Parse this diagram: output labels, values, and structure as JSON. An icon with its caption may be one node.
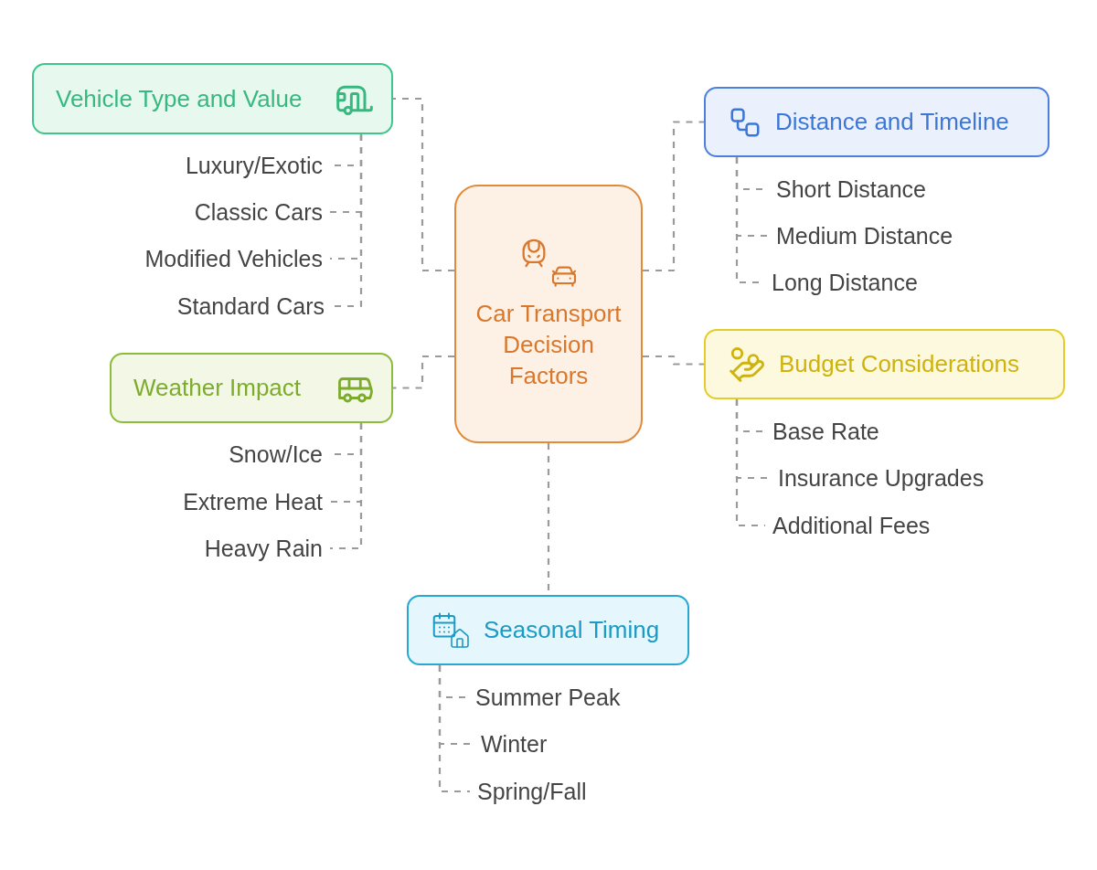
{
  "diagram": {
    "nodes": [
      {
        "text": [
          "Car Transport Decision Factors"
        ]
      },
      {
        "text": [
          "Vehicle Type and Value"
        ]
      },
      {
        "text": [
          "Luxury/Exotic"
        ]
      },
      {
        "text": [
          "Classic Cars"
        ]
      },
      {
        "text": [
          "Modified Vehicles"
        ]
      },
      {
        "text": [
          "Standard Cars"
        ]
      },
      {
        "text": [
          "Distance and Timeline"
        ]
      },
      {
        "text": [
          "Short Distance"
        ]
      },
      {
        "text": [
          "Medium Distance"
        ]
      },
      {
        "text": [
          "Long Distance"
        ]
      },
      {
        "text": [
          "Weather Impact"
        ]
      },
      {
        "text": [
          "Snow/Ice"
        ]
      },
      {
        "text": [
          "Extreme Heat"
        ]
      },
      {
        "text": [
          "Heavy Rain"
        ]
      },
      {
        "text": [
          "Budget Considerations"
        ]
      },
      {
        "text": [
          "Base Rate"
        ]
      },
      {
        "text": [
          "Insurance Upgrades"
        ]
      },
      {
        "text": [
          "Additional Fees"
        ]
      },
      {
        "text": [
          "Seasonal Timing"
        ]
      },
      {
        "text": [
          "Summer Peak"
        ]
      },
      {
        "text": [
          "Winter"
        ]
      },
      {
        "text": [
          "Spring/Fall"
        ]
      }
    ],
    "edges": [
      {
        "from": 0,
        "to": 1,
        "arrow": "none"
      },
      {
        "from": 0,
        "to": 6,
        "arrow": "none"
      },
      {
        "from": 0,
        "to": 10,
        "arrow": "none"
      },
      {
        "from": 0,
        "to": 14,
        "arrow": "none"
      },
      {
        "from": 0,
        "to": 18,
        "arrow": "none"
      },
      {
        "from": 1,
        "to": 2,
        "arrow": "none"
      },
      {
        "from": 1,
        "to": 3,
        "arrow": "none"
      },
      {
        "from": 1,
        "to": 4,
        "arrow": "none"
      },
      {
        "from": 1,
        "to": 5,
        "arrow": "none"
      },
      {
        "from": 6,
        "to": 7,
        "arrow": "none"
      },
      {
        "from": 6,
        "to": 8,
        "arrow": "none"
      },
      {
        "from": 6,
        "to": 9,
        "arrow": "none"
      },
      {
        "from": 10,
        "to": 11,
        "arrow": "none"
      },
      {
        "from": 10,
        "to": 12,
        "arrow": "none"
      },
      {
        "from": 10,
        "to": 13,
        "arrow": "none"
      },
      {
        "from": 14,
        "to": 15,
        "arrow": "none"
      },
      {
        "from": 14,
        "to": 16,
        "arrow": "none"
      },
      {
        "from": 14,
        "to": 17,
        "arrow": "none"
      },
      {
        "from": 18,
        "to": 19,
        "arrow": "none"
      },
      {
        "from": 18,
        "to": 20,
        "arrow": "none"
      },
      {
        "from": 18,
        "to": 21,
        "arrow": "none"
      }
    ]
  }
}
